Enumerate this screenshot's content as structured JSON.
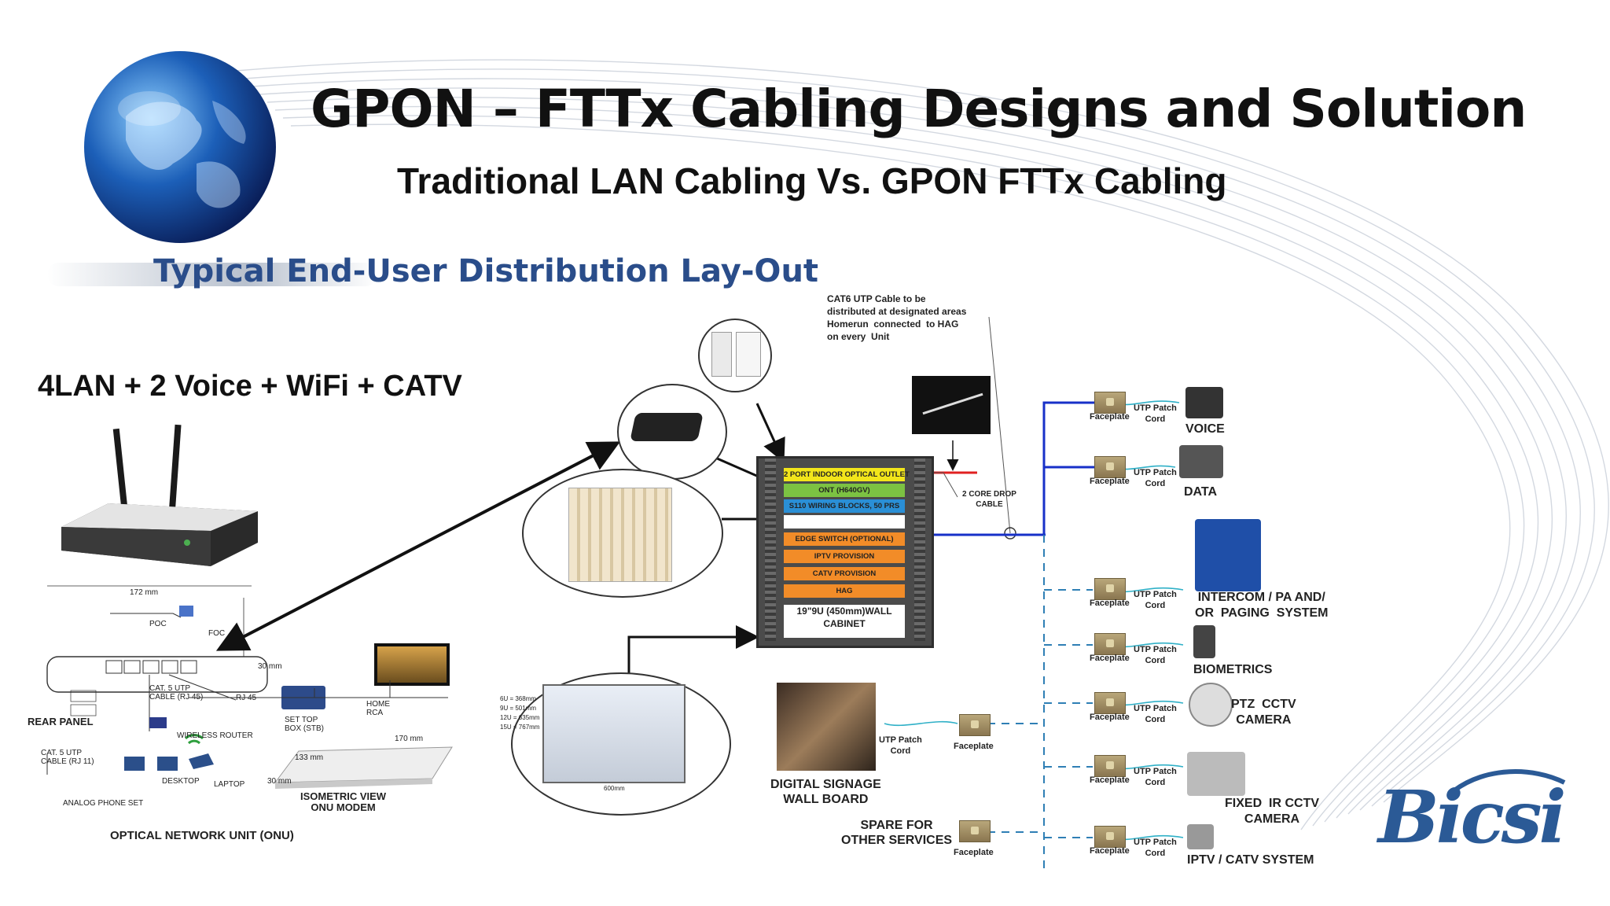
{
  "title": "GPON – FTTx  Cabling Designs and Solution",
  "subtitle": "Traditional LAN Cabling  Vs. GPON FTTx  Cabling",
  "section_heading": "Typical  End-User Distribution Lay-Out",
  "services_heading": "4LAN + 2 Voice + WiFi + CATV",
  "logo_text": "Bicsi",
  "onu": {
    "dim_width": "172 mm",
    "poc": "POC",
    "foc": "FOC",
    "dim_height": "30 mm",
    "cat5_cable": "CAT. 5 UTP CABLE (RJ 45)",
    "rj45": "RJ 45",
    "rear_panel": "REAR PANEL",
    "cat5_phone": "CAT. 5 UTP CABLE (RJ 11)",
    "wireless_router": "WIRELESS ROUTER",
    "desktop": "DESKTOP",
    "laptop": "LAPTOP",
    "analog_phone": "ANALOG PHONE SET",
    "set_top_box": "SET TOP BOX (STB)",
    "home_rca": "HOME RCA",
    "dim_depth": "170 mm",
    "dim_side": "133 mm",
    "dim_thick": "30 mm",
    "isometric": "ISOMETRIC VIEW\nONU MODEM",
    "caption": "OPTICAL NETWORK UNIT (ONU)"
  },
  "cabinet": {
    "rows": [
      {
        "label": "2 PORT INDOOR OPTICAL OUTLET",
        "color": "#f2e51a"
      },
      {
        "label": "ONT (H640GV)",
        "color": "#7cc242"
      },
      {
        "label": "S110  WIRING BLOCKS, 50 PRS",
        "color": "#2a8fd6"
      },
      {
        "label": "",
        "color": "#ffffff"
      },
      {
        "label": "EDGE SWITCH (OPTIONAL)",
        "color": "#f28c28"
      },
      {
        "label": "IPTV PROVISION",
        "color": "#f28c28"
      },
      {
        "label": "CATV PROVISION",
        "color": "#f28c28"
      },
      {
        "label": "HAG",
        "color": "#f28c28"
      }
    ],
    "name": "19\"9U (450mm)WALL\nCABINET",
    "dims": "6U = 368mm\n9U = 501mm\n12U = 635mm\n15U = 767mm",
    "width": "600mm"
  },
  "cat6_note": "CAT6 UTP Cable to be\ndistributed at designated areas\nHomerun  connected  to HAG\non every  Unit",
  "drop_cable": "2 CORE DROP\nCABLE",
  "faceplate_label": "Faceplate",
  "patch_cord_label": "UTP Patch\nCord",
  "services": [
    {
      "name": "VOICE",
      "icon": "phone-icon"
    },
    {
      "name": "DATA",
      "icon": "laptop-icon"
    },
    {
      "name": "INTERCOM / PA AND/\nOR  PAGING  SYSTEM",
      "icon": "intercom-icon"
    },
    {
      "name": "BIOMETRICS",
      "icon": "biometric-icon"
    },
    {
      "name": "PTZ  CCTV\nCAMERA",
      "icon": "ptz-camera-icon"
    },
    {
      "name": "FIXED  IR CCTV\nCAMERA",
      "icon": "ir-camera-icon"
    },
    {
      "name": "IPTV / CATV SYSTEM",
      "icon": "iptv-icon"
    }
  ],
  "signage": "DIGITAL SIGNAGE\nWALL BOARD",
  "spare": "SPARE FOR\nOTHER SERVICES",
  "colors": {
    "title": "#111111",
    "section": "#2a4d8a",
    "link_solid": "#1730c8",
    "link_dashed": "#2f7fb5",
    "bicsi": "#2b5a96"
  }
}
